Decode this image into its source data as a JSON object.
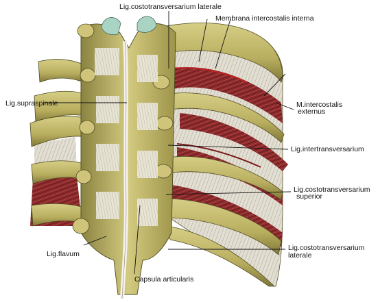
{
  "labels": {
    "lig_costotransversarium_laterale_top": "Lig.costotransversarium laterale",
    "membrana_intercostalis_interna": "Membrana intercostalis interna",
    "lig_supraspinale": "Lig.supraspinale",
    "m_intercostalis_externus_line1": "M.intercostalis",
    "m_intercostalis_externus_line2": "externus",
    "lig_intertransversarium": "Lig.intertransversarium",
    "lig_costotransversarium_superior_line1": "Lig.costotransversarium",
    "lig_costotransversarium_superior_line2": "superior",
    "lig_flavum": "Lig.flavum",
    "lig_costotransversarium_laterale_bottom_line1": "Lig.costotransversarium",
    "lig_costotransversarium_laterale_bottom_line2": "laterale",
    "capsula_articularis": "Capsula articularis"
  },
  "colors": {
    "bone": "#c9bf72",
    "bone_shadow": "#6f6a2e",
    "ligament": "#e4e1d6",
    "muscle": "#8e2a2c",
    "muscle_dark": "#5a1a1c",
    "membrane": "#d8d2c4",
    "cartilage": "#a9d3c3"
  }
}
